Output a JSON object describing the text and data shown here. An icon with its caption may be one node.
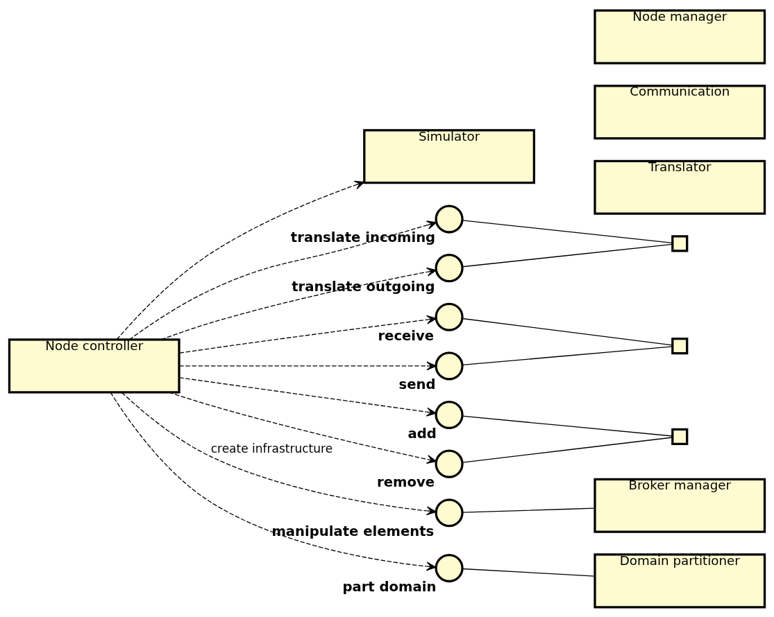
{
  "diagram": {
    "nodes": [
      {
        "text": [
          "Simulator"
        ]
      },
      {
        "text": [
          "translate incoming"
        ]
      },
      {
        "text": [
          "Translator"
        ]
      },
      {
        "text": [],
        "shape": "box"
      },
      {
        "text": [
          "translate outgoing"
        ]
      },
      {
        "text": [
          "Node controller"
        ]
      },
      {
        "text": [
          "receive"
        ]
      },
      {
        "text": [
          "Communication"
        ]
      },
      {
        "text": [],
        "shape": "box"
      },
      {
        "text": [
          "send"
        ]
      },
      {
        "text": [
          "add"
        ]
      },
      {
        "text": [
          "remove"
        ]
      },
      {
        "text": [
          "Node manager"
        ]
      },
      {
        "text": [],
        "shape": "box"
      },
      {
        "text": [
          "manipulate elements"
        ]
      },
      {
        "text": [
          "part domain"
        ]
      },
      {
        "text": [
          "Broker manager"
        ]
      },
      {
        "text": [
          "Domain partitioner"
        ]
      }
    ],
    "edges": [
      {
        "from": 5,
        "to": 0,
        "arrow": "to",
        "style": "dashed"
      },
      {
        "from": 5,
        "to": 1,
        "arrow": "to",
        "style": "dashed"
      },
      {
        "from": 5,
        "to": 4,
        "arrow": "to",
        "style": "dashed"
      },
      {
        "from": 5,
        "to": 6,
        "arrow": "to",
        "style": "dashed"
      },
      {
        "from": 5,
        "to": 9,
        "arrow": "to",
        "style": "dashed"
      },
      {
        "from": 5,
        "to": 10,
        "arrow": "to",
        "style": "dashed"
      },
      {
        "from": 5,
        "to": 11,
        "arrow": "to",
        "style": "dashed"
      },
      {
        "from": 5,
        "to": 15,
        "arrow": "to",
        "style": "dashed"
      },
      {
        "from": 5,
        "to": 14,
        "arrow": "to",
        "style": "dashed",
        "label": "create infrastructure"
      },
      {
        "from": 1,
        "to": 3,
        "arrow": "none"
      },
      {
        "from": 4,
        "to": 3,
        "arrow": "none"
      },
      {
        "from": 6,
        "to": 8,
        "arrow": "none"
      },
      {
        "from": 9,
        "to": 8,
        "arrow": "none"
      },
      {
        "from": 10,
        "to": 13,
        "arrow": "none"
      },
      {
        "from": 11,
        "to": 13,
        "arrow": "none"
      },
      {
        "from": 14,
        "to": 16,
        "arrow": "none"
      },
      {
        "from": 15,
        "to": 17,
        "arrow": "none"
      }
    ]
  }
}
